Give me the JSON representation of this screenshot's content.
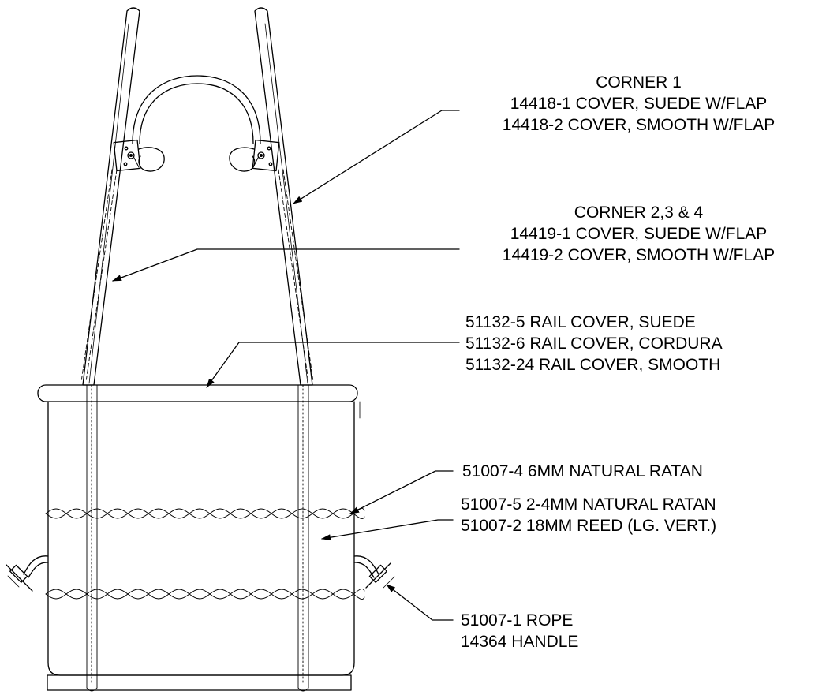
{
  "colors": {
    "ink": "#000000",
    "paper": "#ffffff"
  },
  "callouts": {
    "corner1": {
      "heading": "CORNER 1",
      "lines": [
        "14418-1 COVER, SUEDE W/FLAP",
        "14418-2 COVER, SMOOTH W/FLAP"
      ]
    },
    "corner234": {
      "heading": "CORNER 2,3 & 4",
      "lines": [
        "14419-1 COVER, SUEDE W/FLAP",
        "14419-2 COVER, SMOOTH W/FLAP"
      ]
    },
    "rail": {
      "lines": [
        "51132-5 RAIL COVER, SUEDE",
        "51132-6 RAIL COVER, CORDURA",
        "51132-24 RAIL COVER, SMOOTH"
      ]
    },
    "ratan6": {
      "lines": [
        "51007-4 6MM NATURAL RATAN"
      ]
    },
    "ratan24": {
      "lines": [
        "51007-5 2-4MM NATURAL RATAN",
        "51007-2 18MM REED (LG. VERT.)"
      ]
    },
    "handle": {
      "lines": [
        "51007-1 ROPE",
        "14364 HANDLE"
      ]
    }
  }
}
